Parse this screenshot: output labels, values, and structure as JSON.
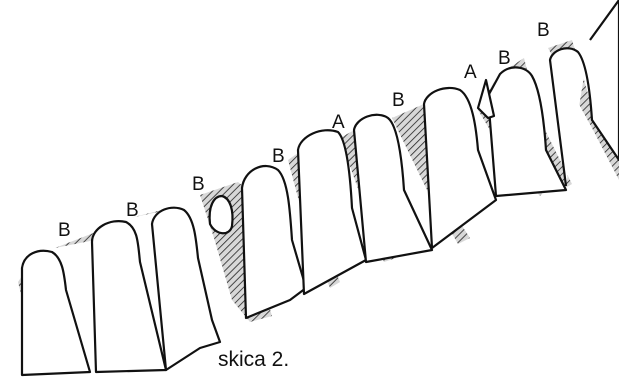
{
  "caption": "skica 2.",
  "labels": [
    {
      "text": "B"
    },
    {
      "text": "B"
    },
    {
      "text": "B"
    },
    {
      "text": "B"
    },
    {
      "text": "A"
    },
    {
      "text": "B"
    },
    {
      "text": "A"
    },
    {
      "text": "B"
    },
    {
      "text": "B"
    }
  ],
  "colors": {
    "ink": "#111111",
    "paper": "#ffffff"
  }
}
